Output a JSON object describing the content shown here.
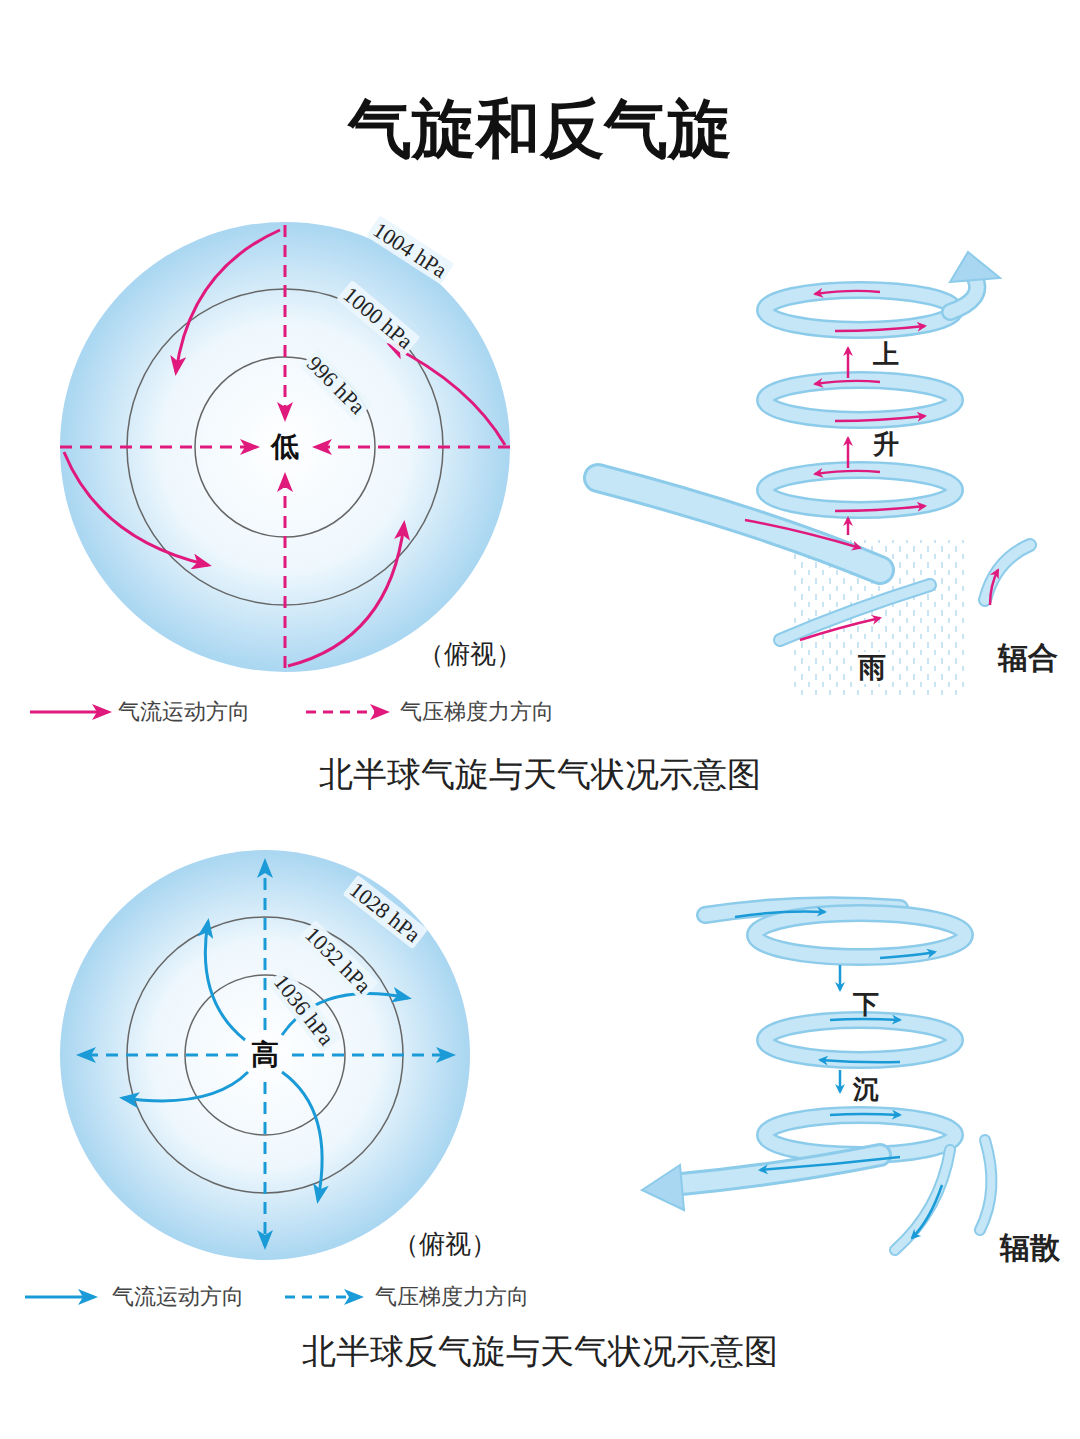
{
  "diagram": {
    "title": "气旋和反气旋",
    "labels": [
      "1004 hPa",
      "1000 hPa",
      "996 hPa",
      "低",
      "（俯视）",
      "上",
      "升",
      "雨",
      "辐合",
      "北半球气旋与天气状况示意图",
      "1028 hPa",
      "1032 hPa",
      "1036 hPa",
      "高",
      "（俯视）",
      "下",
      "沉",
      "辐散",
      "北半球反气旋与天气状况示意图"
    ],
    "legend": [
      {
        "text": "气流运动方向"
      },
      {
        "text": "气压梯度力方向"
      },
      {
        "text": "气流运动方向"
      },
      {
        "text": "气压梯度力方向"
      }
    ]
  }
}
